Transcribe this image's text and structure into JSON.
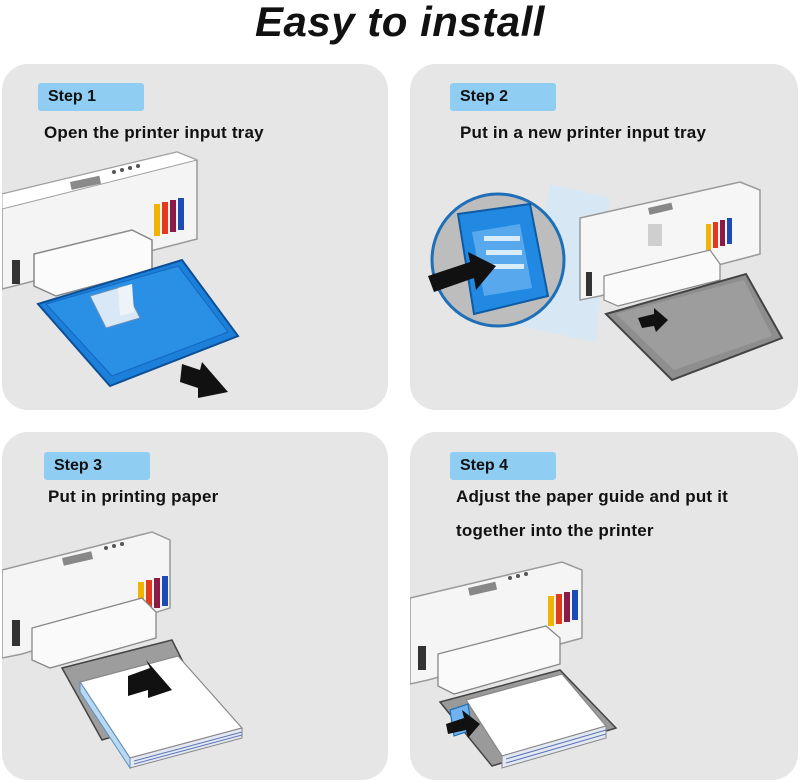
{
  "header": {
    "title": "Easy to install"
  },
  "steps": [
    {
      "label": "Step 1",
      "text": "Open the printer input tray"
    },
    {
      "label": "Step 2",
      "text": "Put in a new printer input tray"
    },
    {
      "label": "Step 3",
      "text": "Put in printing paper"
    },
    {
      "label": "Step 4",
      "text": "Adjust the paper guide and put it together into the printer"
    }
  ],
  "colors": {
    "panel_bg": "#e6e6e6",
    "badge_bg": "#8fcdf2",
    "tray_blue": "#1a78d0",
    "printer_white": "#f7f7f7",
    "ink": [
      "#f2b400",
      "#e23b1b",
      "#8c1a44",
      "#1d4bb6"
    ]
  },
  "icons": [
    "printer-illustration",
    "input-tray",
    "arrow-icon",
    "paper-stack",
    "magnifier-callout"
  ]
}
